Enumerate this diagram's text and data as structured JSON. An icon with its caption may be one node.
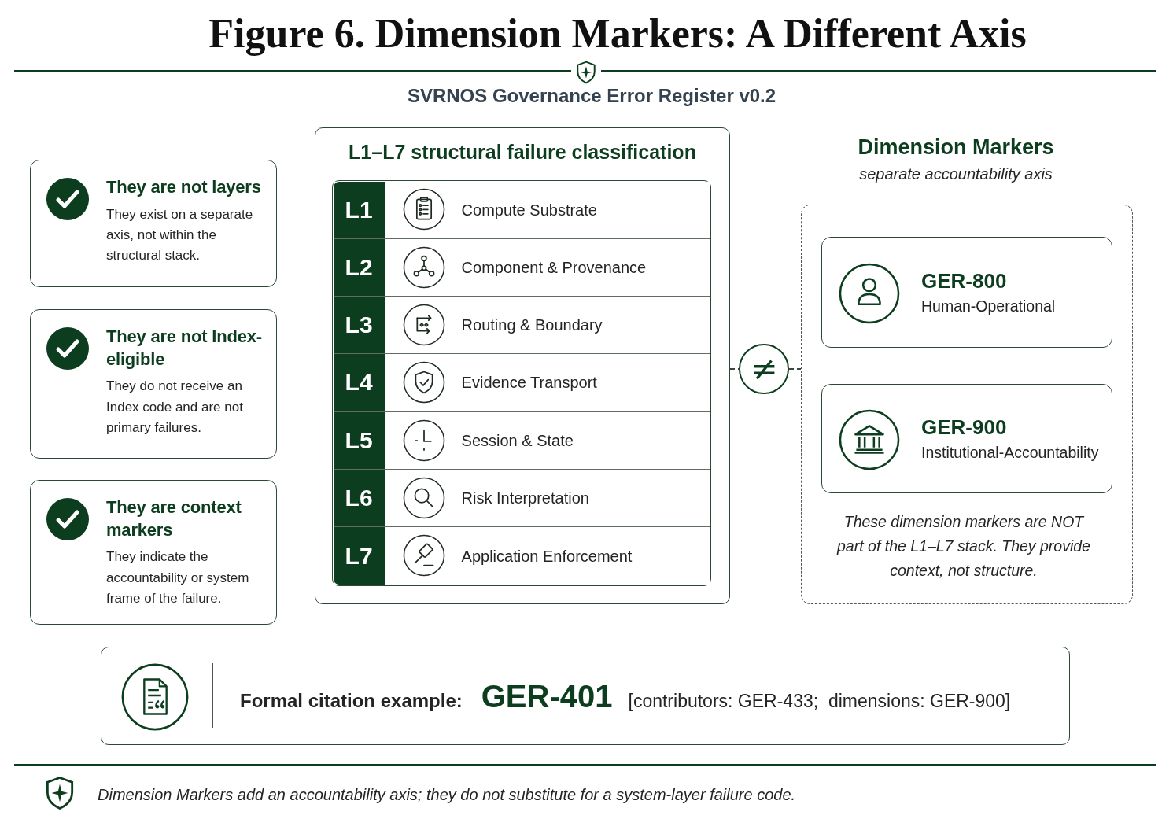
{
  "diagram": {
    "title": "Figure 6. Dimension Markers: A Different Axis",
    "caption": "Dimension Markers add an accountability axis; they do not substitute for a system-layer failure code.",
    "nodes": [
      {
        "text": [
          "They are not layers",
          "They exist on a separate axis, not within the structural stack."
        ]
      },
      {
        "text": [
          "They are not Index-eligible",
          "They do not receive an Index code and are not primary failures."
        ]
      },
      {
        "text": [
          "They are context markers",
          "They indicate the accountability or system frame of the failure."
        ]
      },
      {
        "text": [
          "L1–L7 structural failure classification"
        ]
      },
      {
        "text": [
          "L1",
          "Compute Substrate"
        ],
        "in": 3
      },
      {
        "text": [
          "L2",
          "Component & Provenance"
        ],
        "in": 3
      },
      {
        "text": [
          "L3",
          "Routing & Boundary"
        ],
        "in": 3
      },
      {
        "text": [
          "L4",
          "Evidence Transport"
        ],
        "in": 3
      },
      {
        "text": [
          "L5",
          "Session & State"
        ],
        "in": 3
      },
      {
        "text": [
          "L6",
          "Risk Interpretation"
        ],
        "in": 3
      },
      {
        "text": [
          "L7",
          "Application Enforcement"
        ],
        "in": 3
      },
      {
        "text": [
          "≠"
        ]
      },
      {
        "text": [
          "Dimension Markers",
          "separate accountability axis",
          "These dimension markers are NOT part of the L1–L7 stack. They provide context, not structure."
        ]
      },
      {
        "text": [
          "GER-800",
          "Human-Operational"
        ],
        "in": 12
      },
      {
        "text": [
          "GER-900",
          "Institutional-Accountability"
        ],
        "in": 12
      },
      {
        "text": [
          "Formal citation example:",
          "GER-401",
          "[contributors: GER-433;  dimensions: GER-900]"
        ]
      }
    ],
    "edges": [
      {
        "from": 3,
        "to": 11,
        "arrow": "none",
        "style": "dashed"
      },
      {
        "from": 11,
        "to": 12,
        "arrow": "none",
        "style": "dashed"
      }
    ],
    "labels": [
      "SVRNOS Governance Error Register v0.2"
    ]
  }
}
